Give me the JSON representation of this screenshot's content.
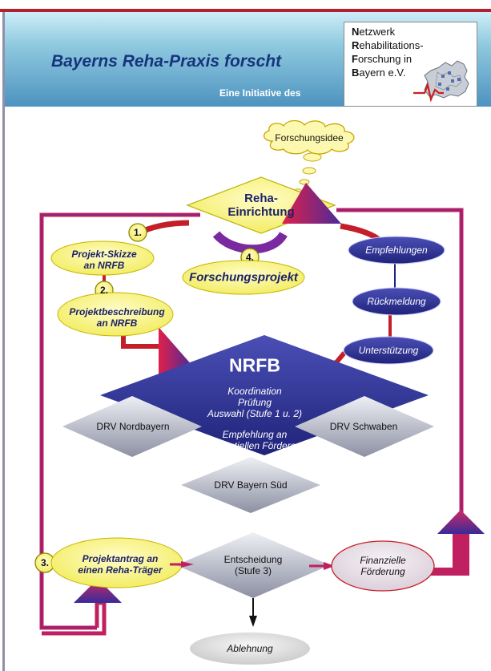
{
  "header": {
    "title": "Bayerns Reha-Praxis forscht",
    "subtitle": "Eine Initiative des",
    "logo": {
      "line1_initial": "N",
      "line1_rest": "etzwerk",
      "line2_initial": "R",
      "line2_rest": "ehabilitations-",
      "line3_initial": "F",
      "line3_rest": "orschung in",
      "line4_initial": "B",
      "line4_rest": "ayern e.V."
    }
  },
  "flow": {
    "cloud": "Forschungsidee",
    "reha_einrichtung": [
      "Reha-",
      "Einrichtung"
    ],
    "steps": [
      "1.",
      "2.",
      "3.",
      "4."
    ],
    "projekt_skizze": [
      "Projekt-Skizze",
      "an NRFB"
    ],
    "projektbeschreibung": [
      "Projektbeschreibung",
      "an NRFB"
    ],
    "forschungsprojekt": "Forschungsprojekt",
    "empfehlungen": "Empfehlungen",
    "rueckmeldung": "Rückmeldung",
    "unterstuetzung": "Unterstützung",
    "nrfb": {
      "title": "NRFB",
      "lines": [
        "Koordination",
        "Prüfung",
        "Auswahl (Stufe 1 u. 2)",
        "Empfehlung an",
        "potentiellen Förderer"
      ]
    },
    "drv_nordbayern": "DRV Nordbayern",
    "drv_schwaben": "DRV Schwaben",
    "drv_bayern_sued": "DRV Bayern Süd",
    "projektantrag": [
      "Projektantrag an",
      "einen Reha-Träger"
    ],
    "entscheidung": [
      "Entscheidung",
      "(Stufe 3)"
    ],
    "foerderung": [
      "Finanzielle",
      "Förderung"
    ],
    "ablehnung": "Ablehnung"
  }
}
